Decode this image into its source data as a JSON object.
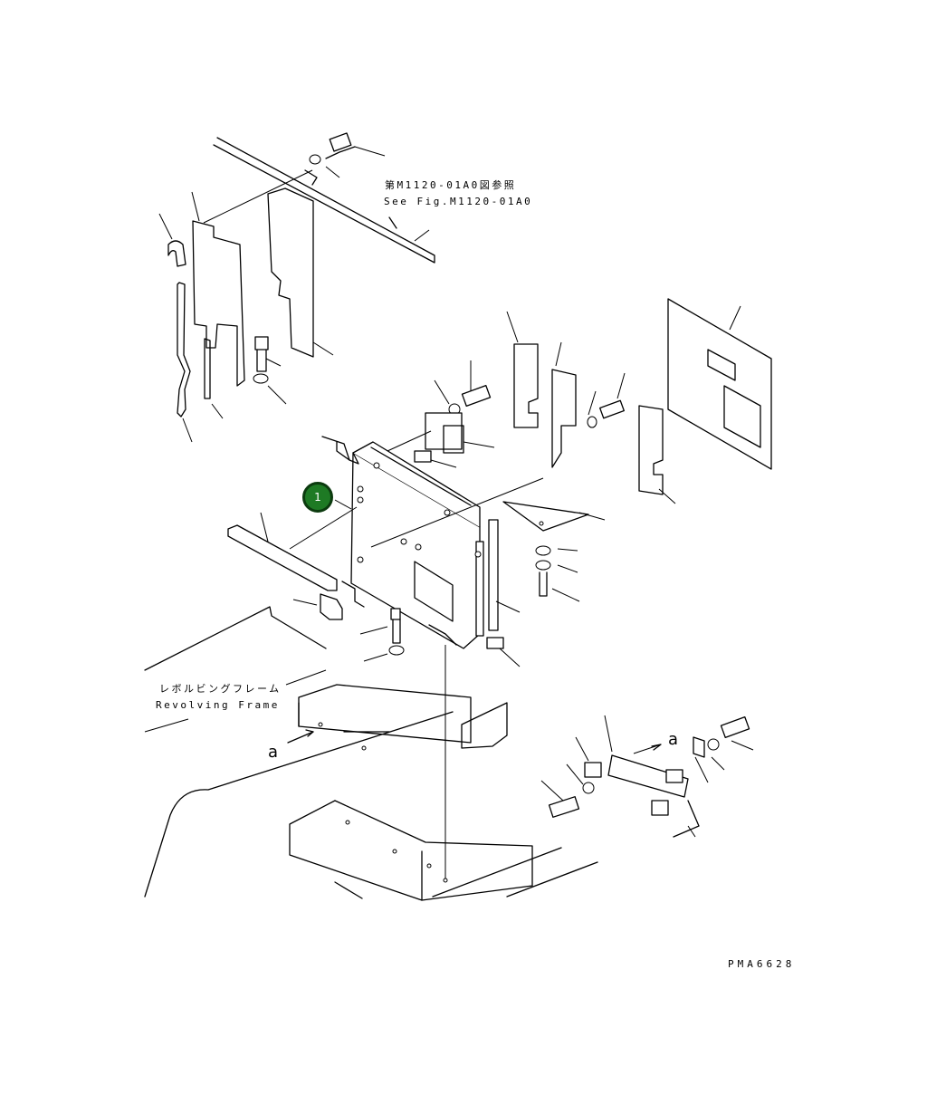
{
  "diagram": {
    "note_reference": {
      "japanese": "第M1120-01A0図参照",
      "english": "See Fig.M1120-01A0"
    },
    "frame_label": {
      "japanese": "レボルビングフレーム",
      "english": "Revolving Frame"
    },
    "callout": {
      "number": "1",
      "color": "#1e7a24"
    },
    "view_letters": {
      "left": "a",
      "right": "a"
    },
    "figure_code": "PMA6628"
  }
}
